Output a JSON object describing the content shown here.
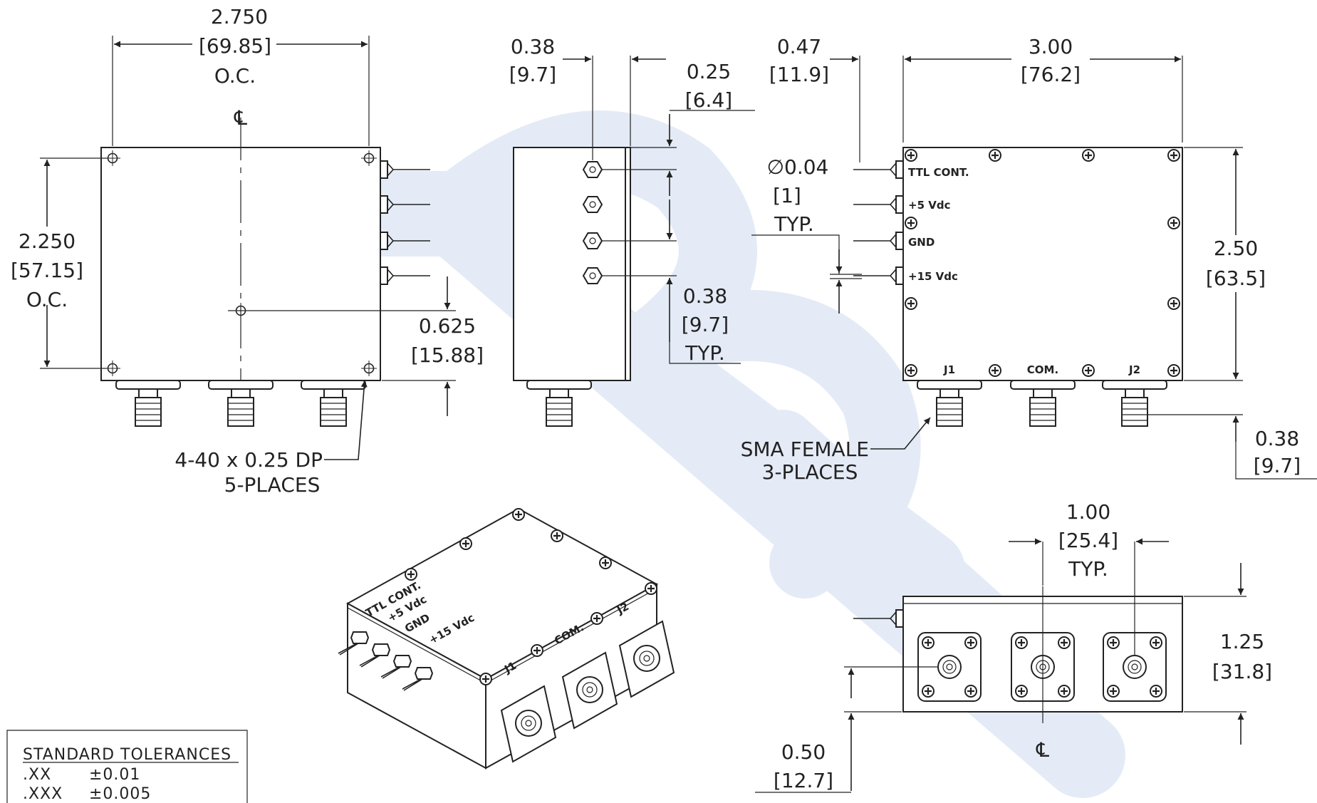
{
  "top_view": {
    "width_in": "2.750",
    "width_mm": "[69.85]",
    "width_note": "O.C.",
    "center_mark": "℄",
    "height_in": "2.250",
    "height_mm": "[57.15]",
    "height_note": "O.C.",
    "offset_in": "0.625",
    "offset_mm": "[15.88]",
    "hole_callout_1": "4-40 x 0.25 DP",
    "hole_callout_2": "5-PLACES"
  },
  "side_view": {
    "pin_offset_in": "0.38",
    "pin_offset_mm": "[9.7]",
    "lid_in": "0.25",
    "lid_mm": "[6.4]",
    "pitch_in": "0.38",
    "pitch_mm": "[9.7]",
    "pitch_note": "TYP."
  },
  "front_view": {
    "pin_len_in": "0.47",
    "pin_len_mm": "[11.9]",
    "width_in": "3.00",
    "width_mm": "[76.2]",
    "pin_dia_in": "∅0.04",
    "pin_dia_mm": "[1]",
    "pin_dia_note": "TYP.",
    "height_in": "2.50",
    "height_mm": "[63.5]",
    "conn_in": "0.38",
    "conn_mm": "[9.7]",
    "pins": [
      "TTL CONT.",
      "+5 Vdc",
      "GND",
      "+15 Vdc"
    ],
    "ports": [
      "J1",
      "COM.",
      "J2"
    ],
    "sma_note_1": "SMA FEMALE",
    "sma_note_2": "3-PLACES"
  },
  "end_view": {
    "spacing_in": "1.00",
    "spacing_mm": "[25.4]",
    "spacing_note": "TYP.",
    "height_in": "1.25",
    "height_mm": "[31.8]",
    "offset_in": "0.50",
    "offset_mm": "[12.7]",
    "center_mark": "℄"
  },
  "iso_view": {
    "pins": [
      "TTL CONT.",
      "+5 Vdc",
      "GND",
      "+15 Vdc"
    ],
    "ports": [
      "J1",
      "COM.",
      "J2"
    ]
  },
  "tolerances": {
    "title": "STANDARD TOLERANCES",
    "rows": [
      {
        "key": ".XX",
        "value": "±0.01"
      },
      {
        "key": ".XXX",
        "value": "±0.005"
      }
    ]
  },
  "watermark_color": "#3a6fc0"
}
